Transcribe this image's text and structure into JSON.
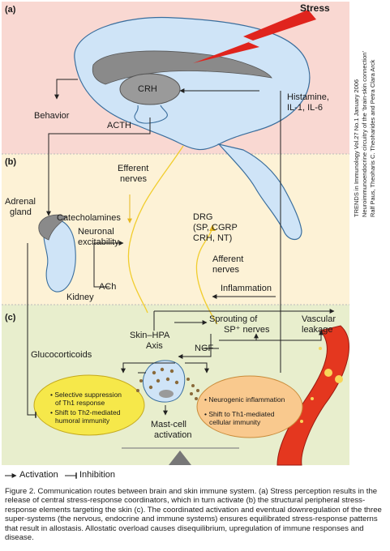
{
  "sections": {
    "a": "(a)",
    "b": "(b)",
    "c": "(c)"
  },
  "labels": {
    "stress": "Stress",
    "behavior": "Behavior",
    "crh": "CRH",
    "acth": "ACTH",
    "histamine": "Histamine,",
    "il": "IL-1, IL-6",
    "efferent1": "Efferent",
    "efferent2": "nerves",
    "adrenal1": "Adrenal",
    "adrenal2": "gland",
    "catecholamines": "Catecholamines",
    "neuronal1": "Neuronal",
    "neuronal2": "excitability",
    "ach": "ACh",
    "kidney": "Kidney",
    "drg1": "DRG",
    "drg2": "(SP, CGRP",
    "drg3": "CRH, NT)",
    "afferent1": "Afferent",
    "afferent2": "nerves",
    "inflammation": "Inflammation",
    "sprouting": "Sprouting of",
    "spnerves": "SP⁺ nerves",
    "vascular1": "Vascular",
    "vascular2": "leakage",
    "skinhpa1": "Skin–HPA",
    "skinhpa2": "Axis",
    "ngf": "NGF",
    "glucocorticoids": "Glucocorticoids",
    "mast1": "Mast-cell",
    "mast2": "activation"
  },
  "left_ellipse": [
    "• Selective suppression",
    "of Th1 response",
    "• Shift to Th2-mediated",
    "humoral immunity"
  ],
  "right_ellipse": [
    "• Neurogenic inflammation",
    "• Shift to Th1-mediated",
    "cellular immunity"
  ],
  "citation": [
    "TRENDS in Immunology Vol.27 No.1 January 2006",
    "Neuroimmunoendocrine circuitry of the ‘brain-skin connection’",
    "Ralf Paus, Theoharis C. Theoharides and Petra Clara Arck"
  ],
  "legend": {
    "activation": "Activation",
    "inhibition": "Inhibition"
  },
  "caption": "Figure 2. Communication routes between brain and skin immune system. (a) Stress perception results in the release of central stress-response coordinators, which in turn activate (b) the structural peripheral stress-response elements targeting the skin (c). The coordinated activation and eventual downregulation of the three super-systems (the nervous, endocrine and immune systems) ensures equilibrated stress-response patterns that result in allostasis. Allostatic overload causes disequilibrium, upregulation of immune responses and disease.",
  "colors": {
    "band_a": "#f9d8d2",
    "band_b": "#fdf2d6",
    "band_c": "#e8eecd",
    "brain": "#cfe4f7",
    "stress_bolt": "#e0241d",
    "left_ellipse": "#f6e84a",
    "right_ellipse": "#f9c98e",
    "vessel": "#e4371f",
    "nerve": "#f1cd2e"
  }
}
